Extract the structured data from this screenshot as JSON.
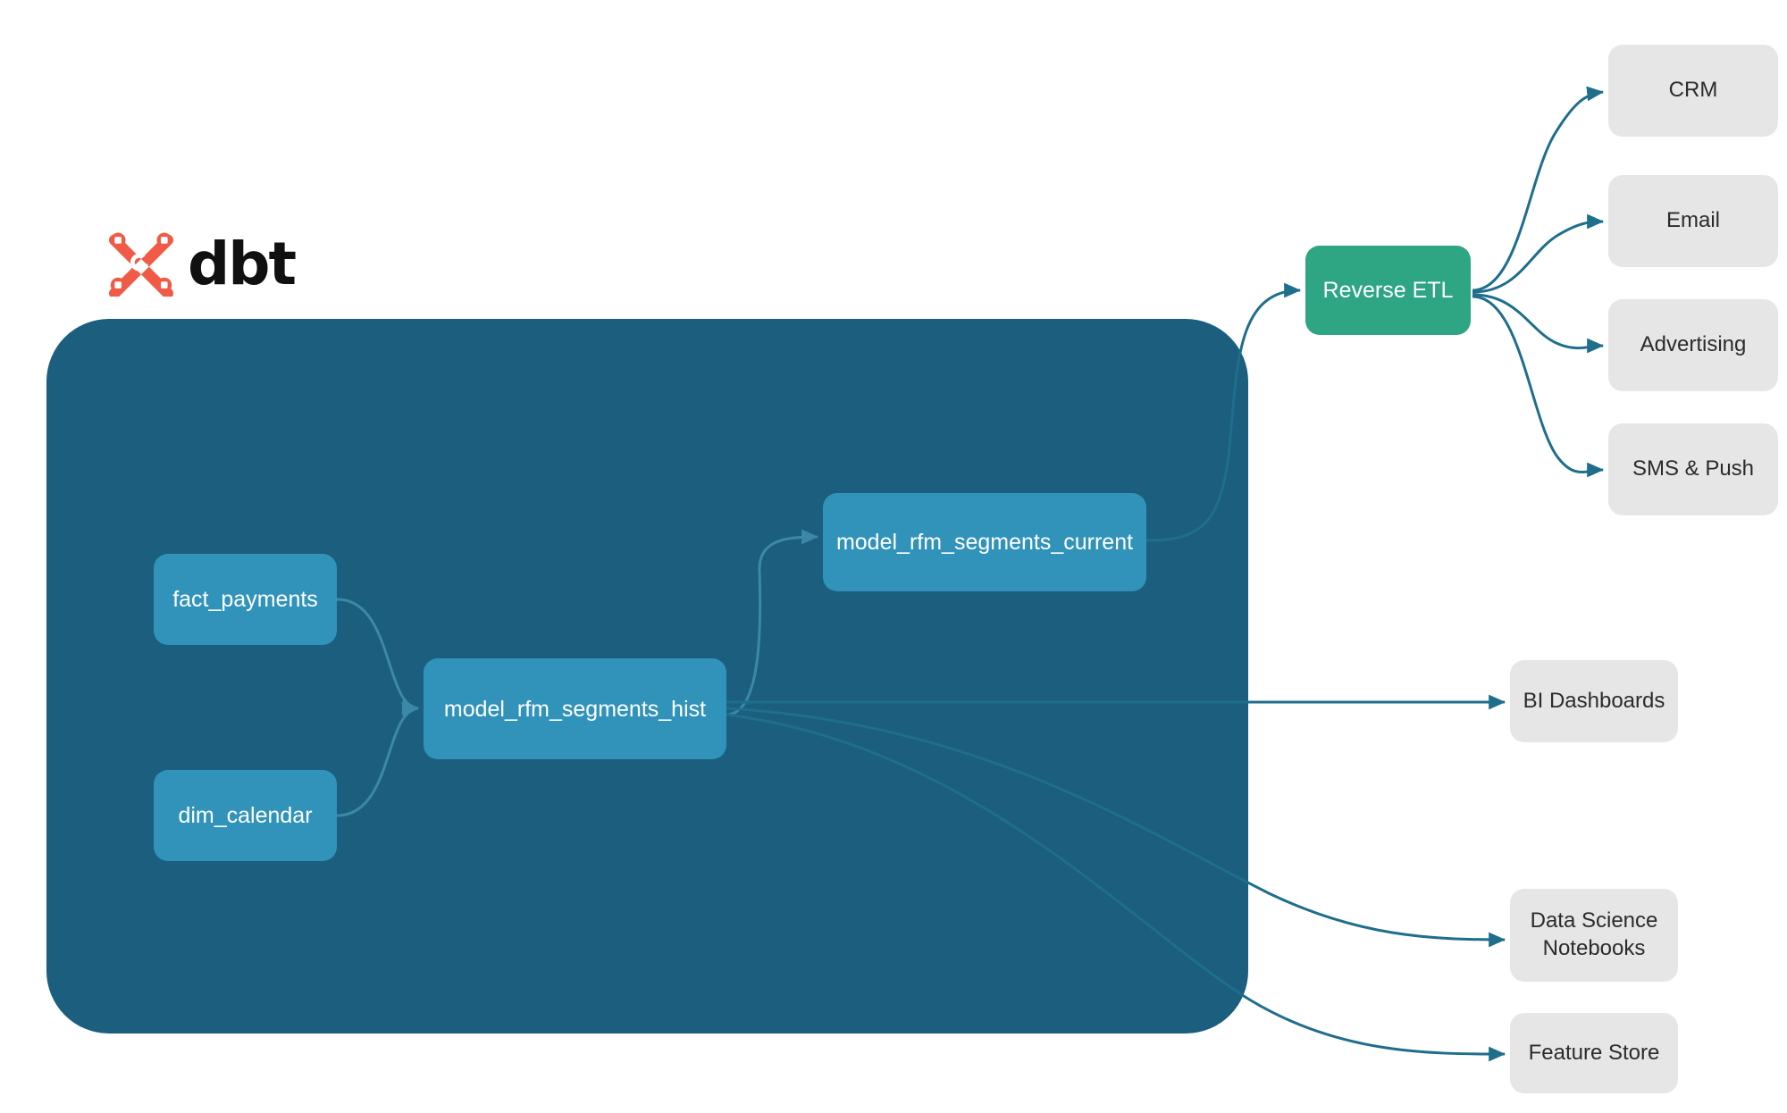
{
  "brand": {
    "name": "dbt",
    "logo_icon": "dbt-x-mark",
    "logo_color": "#F05A46",
    "wordmark": "dbt"
  },
  "colors": {
    "container": "#1B5E7E",
    "model_node": "#3193BA",
    "reverse_etl_node": "#2EA583",
    "consumer_node": "#E6E6E6",
    "edge_outer": "#1E6E8C",
    "edge_inner": "#3C88A8",
    "node_text": "#FFFFFF",
    "consumer_text": "#2B2B2B",
    "background": "#FFFFFF"
  },
  "container": {
    "label": "dbt"
  },
  "dbt_models": [
    {
      "id": "fact_payments",
      "label": "fact_payments"
    },
    {
      "id": "dim_calendar",
      "label": "dim_calendar"
    },
    {
      "id": "model_rfm_segments_hist",
      "label": "model_rfm_segments_hist"
    },
    {
      "id": "model_rfm_segments_current",
      "label": "model_rfm_segments_current"
    }
  ],
  "activation": {
    "reverse_etl": {
      "label": "Reverse ETL"
    },
    "destinations": [
      {
        "id": "crm",
        "label": "CRM"
      },
      {
        "id": "email",
        "label": "Email"
      },
      {
        "id": "advertising",
        "label": "Advertising"
      },
      {
        "id": "sms_push",
        "label": "SMS & Push"
      }
    ]
  },
  "consumers": [
    {
      "id": "bi_dashboards",
      "label": "BI Dashboards"
    },
    {
      "id": "data_science_notebooks",
      "label": "Data Science\nNotebooks"
    },
    {
      "id": "feature_store",
      "label": "Feature Store"
    }
  ],
  "edges": [
    {
      "from": "fact_payments",
      "to": "model_rfm_segments_hist",
      "style": "inner"
    },
    {
      "from": "dim_calendar",
      "to": "model_rfm_segments_hist",
      "style": "inner"
    },
    {
      "from": "model_rfm_segments_hist",
      "to": "model_rfm_segments_current",
      "style": "inner"
    },
    {
      "from": "model_rfm_segments_current",
      "to": "reverse_etl",
      "style": "outer"
    },
    {
      "from": "model_rfm_segments_hist",
      "to": "bi_dashboards",
      "style": "outer"
    },
    {
      "from": "model_rfm_segments_hist",
      "to": "data_science_notebooks",
      "style": "outer"
    },
    {
      "from": "model_rfm_segments_hist",
      "to": "feature_store",
      "style": "outer"
    },
    {
      "from": "reverse_etl",
      "to": "crm",
      "style": "outer"
    },
    {
      "from": "reverse_etl",
      "to": "email",
      "style": "outer"
    },
    {
      "from": "reverse_etl",
      "to": "advertising",
      "style": "outer"
    },
    {
      "from": "reverse_etl",
      "to": "sms_push",
      "style": "outer"
    }
  ]
}
